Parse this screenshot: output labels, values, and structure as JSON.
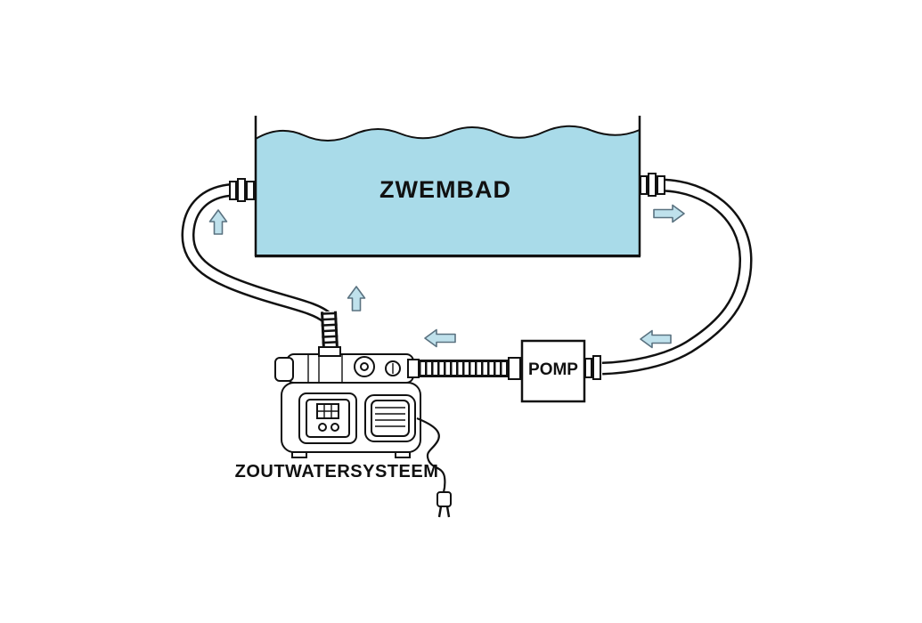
{
  "diagram": {
    "type": "schematic",
    "subject": "pool-saltwater-circulation",
    "labels": {
      "pool": "ZWEMBAD",
      "pump": "POMP",
      "saltwater_system": "ZOUTWATERSYSTEEM"
    },
    "colors": {
      "pool_water": "#a9dbe9",
      "arrow_fill": "#bfe1ec",
      "arrow_outline": "#5a7280",
      "line": "#111111",
      "background": "#ffffff"
    },
    "flow_arrows": [
      {
        "id": "arrow-up-left",
        "direction": "up"
      },
      {
        "id": "arrow-up-inlet",
        "direction": "up"
      },
      {
        "id": "arrow-left-center",
        "direction": "left"
      },
      {
        "id": "arrow-left-right-hose",
        "direction": "left"
      },
      {
        "id": "arrow-right-top",
        "direction": "right"
      }
    ]
  }
}
